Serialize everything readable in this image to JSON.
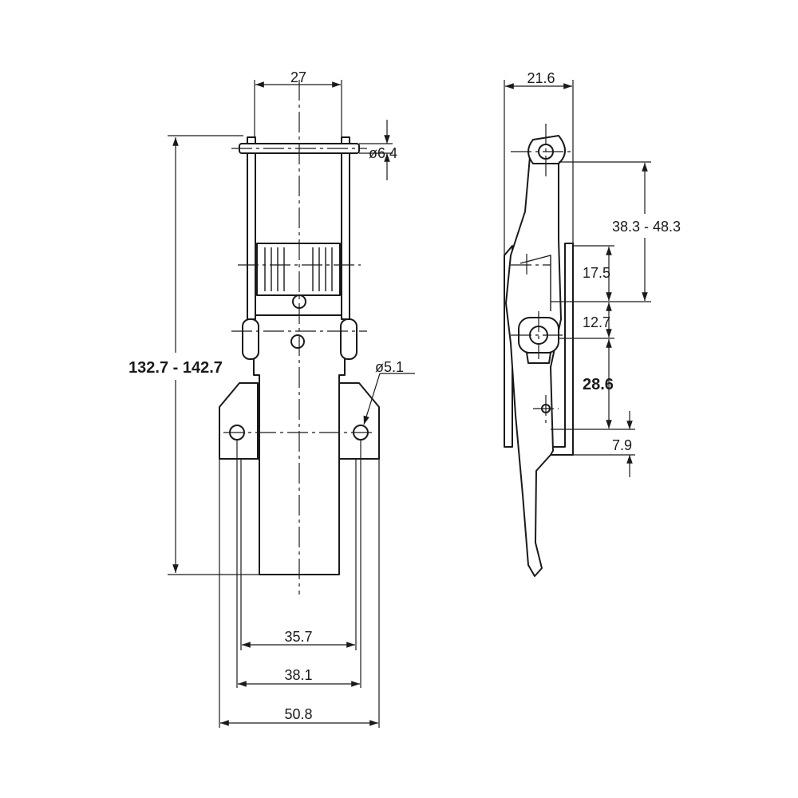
{
  "front_view": {
    "dims": {
      "top_width": "27",
      "pin_diameter": "ø6.4",
      "overall_height": "132.7 - 142.7",
      "hole_diameter": "ø5.1",
      "inner_width": "35.7",
      "hole_spacing": "38.1",
      "base_width": "50.8"
    }
  },
  "side_view": {
    "dims": {
      "depth": "21.6",
      "adjust_range": "38.3 - 48.3",
      "offset_a": "17.5",
      "offset_b": "12.7",
      "offset_c": "28.6",
      "offset_d": "7.9"
    }
  }
}
